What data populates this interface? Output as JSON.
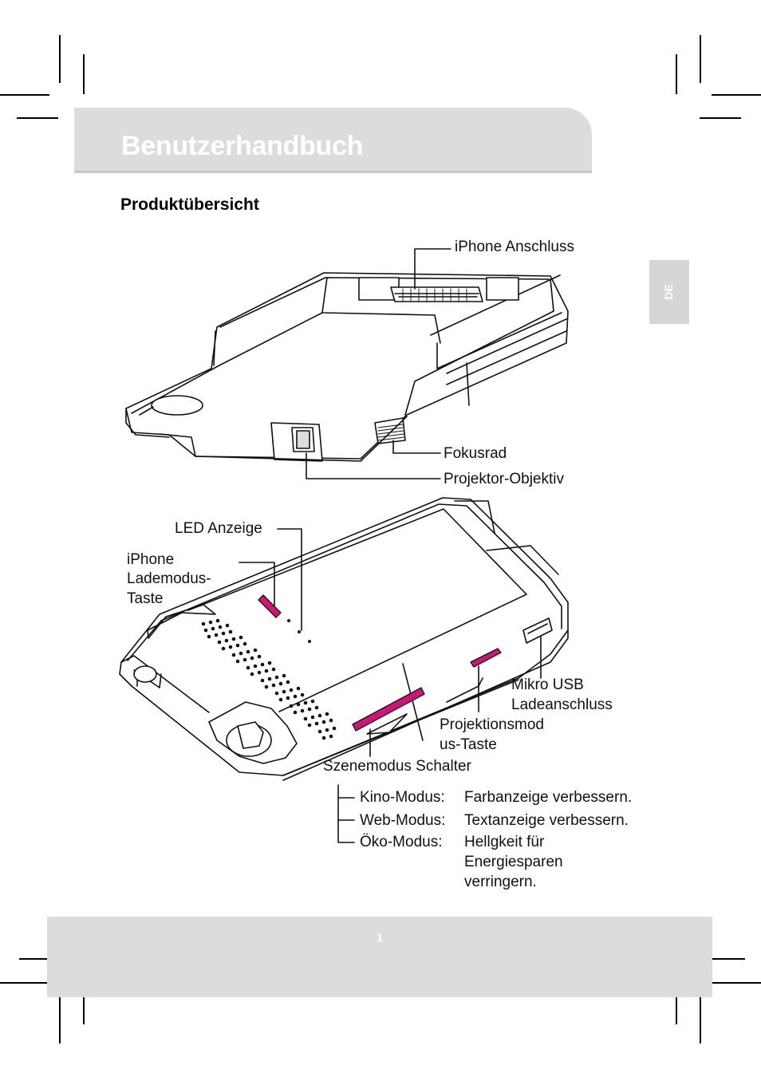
{
  "header": {
    "title": "Benutzerhandbuch"
  },
  "section": {
    "title": "Produktübersicht"
  },
  "language_tab": {
    "code": "DE"
  },
  "callouts_top": {
    "iphone_connector": "iPhone Anschluss",
    "focus_wheel": "Fokusrad",
    "projector_lens": "Projektor-Objektiv"
  },
  "callouts_bottom": {
    "led_indicator": "LED Anzeige",
    "charge_mode_line1": "iPhone",
    "charge_mode_line2": "Lademodus-",
    "charge_mode_line3": "Taste",
    "usb_line1": "Mikro USB",
    "usb_line2": "Ladeanschluss",
    "projection_line1": "Projektionsmod",
    "projection_line2": "us-Taste",
    "scene_switch": "Szenemodus Schalter"
  },
  "modes": [
    {
      "name": "Kino-Modus:",
      "desc_lines": [
        "Farbanzeige verbessern."
      ]
    },
    {
      "name": "Web-Modus:",
      "desc_lines": [
        "Textanzeige verbessern."
      ]
    },
    {
      "name": "Öko-Modus:",
      "desc_lines": [
        "Hellgkeit für",
        "Energiesparen",
        "verringern."
      ]
    }
  ],
  "footer": {
    "page_number": "1"
  },
  "colors": {
    "band": "#dcdcdc",
    "accent_button": "#d1147a"
  }
}
